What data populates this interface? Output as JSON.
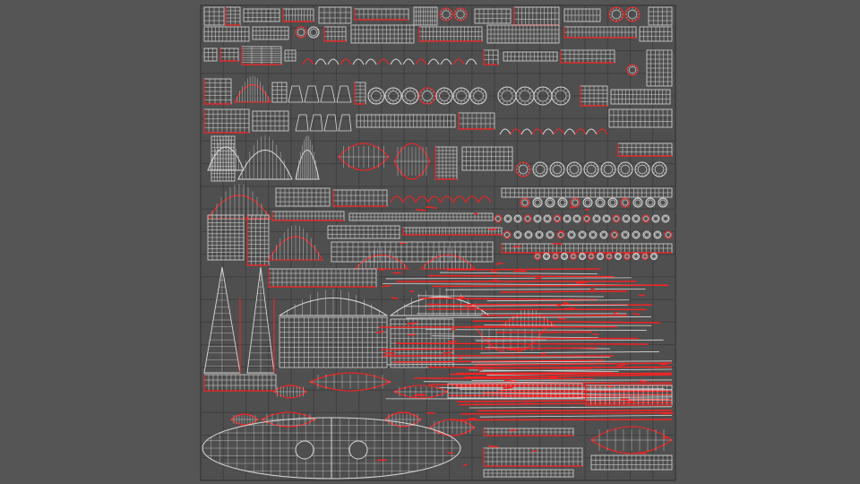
{
  "viewport": {
    "name": "uv-editor-viewport",
    "background_color": "#555555",
    "grid": {
      "visible": true,
      "divisions": 21,
      "line_color": "#3f3f3f"
    },
    "uv_layout": {
      "edge_color": "#d9d9d9",
      "seam_color": "#ff2020",
      "fill": "none"
    }
  }
}
